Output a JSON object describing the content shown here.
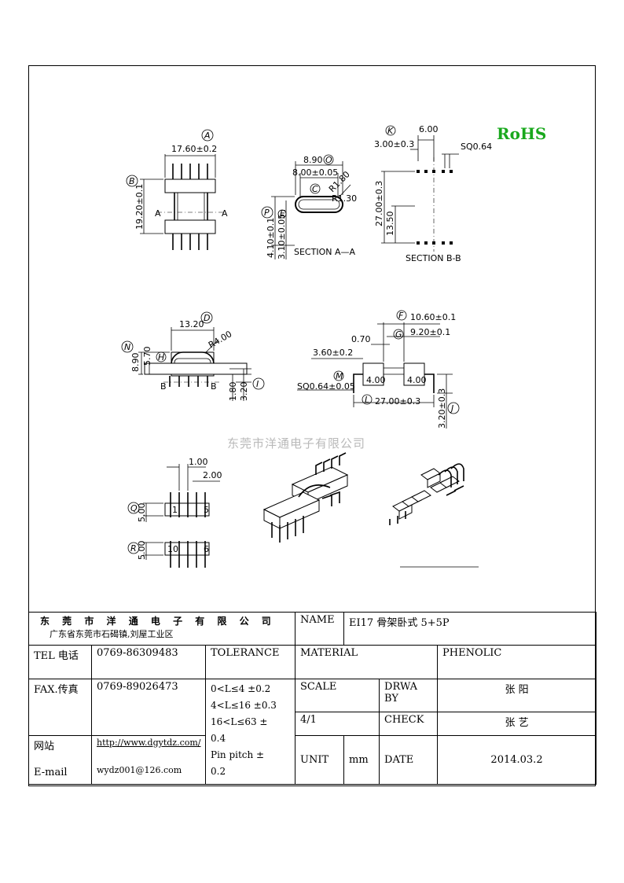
{
  "rohs_label": "RoHS",
  "watermark": "东莞市洋通电子有限公司",
  "drawing": {
    "view1": {
      "dim_width": "17.60±0.2",
      "dim_height": "19.20±0.1",
      "bubble_a": "A",
      "bubble_b": "B",
      "cut_left": "A",
      "cut_right": "A"
    },
    "section_aa": {
      "dim_outer": "8.90",
      "dim_inner": "8.00±0.05",
      "r1": "R1.80",
      "r2": "R1.30",
      "dim_h1": "4.10±0.1",
      "dim_h2": "3.10±0.05",
      "bubble_c": "C",
      "bubble_o": "O",
      "bubble_p": "P",
      "bubble_e": "E",
      "title": "SECTION A—A"
    },
    "section_bb": {
      "dim_top": "6.00",
      "dim_pitch": "3.00±0.3",
      "dim_sq": "SQ0.64",
      "dim_height": "27.00±0.3",
      "dim_half": "13.50",
      "bubble_k": "K",
      "title": "SECTION B-B"
    },
    "view_top": {
      "dim_width": "13.20",
      "dim_r": "R4.00",
      "dim_h1": "8.90",
      "dim_h2": "5.70",
      "dim_p1": "1.80",
      "dim_p2": "3.20",
      "bubble_d": "D",
      "bubble_n": "N",
      "bubble_h": "H",
      "bubble_i": "I",
      "cut_left": "B",
      "cut_right": "B"
    },
    "view_side": {
      "dim_a": "10.60±0.1",
      "dim_b": "9.20±0.1",
      "dim_c": "0.70",
      "dim_d": "3.60±0.2",
      "dim_sq": "SQ0.64±0.05",
      "dim_span": "27.00±0.3",
      "dim_h": "3.20±0.3",
      "pad_l": "4.00",
      "pad_r": "4.00",
      "bubble_f": "F",
      "bubble_g": "G",
      "bubble_m": "M",
      "bubble_l": "L",
      "bubble_j": "J"
    },
    "view_bottom": {
      "dim_a": "1.00",
      "dim_b": "2.00",
      "dim_h1": "5.00",
      "dim_h2": "5.00",
      "pin_1": "1",
      "pin_5": "5",
      "pin_10": "10",
      "pin_6": "6",
      "bubble_q": "Q",
      "bubble_r": "R"
    }
  },
  "titleblock": {
    "company": "东 莞 市 洋 通 电 子 有 限 公 司",
    "address": "广东省东莞市石碣镇,刘屋工业区",
    "name_label": "NAME",
    "name_value": "EI17 骨架卧式 5+5P",
    "tel_label": "TEL 电话",
    "tel_value": "0769-86309483",
    "tolerance_label": "TOLERANCE",
    "material_label": "MATERIAL",
    "material_value": "PHENOLIC",
    "fax_label": "FAX.传真",
    "fax_value": "0769-89026473",
    "tolerance_lines": [
      "0<L≤4  ±0.2",
      "4<L≤16 ±0.3",
      "16<L≤63 ±",
      "0.4",
      "Pin pitch ±",
      "0.2"
    ],
    "scale_label": "SCALE",
    "scale_value": "4/1",
    "drawn_label": "DRWA BY",
    "drawn_value": "张 阳",
    "check_label": "CHECK",
    "check_value": "张 艺",
    "web_label": "网站",
    "web_value": "http://www.dgytdz.com/",
    "email_label": "E-mail",
    "email_value": "wydz001@126.com",
    "unit_label": "UNIT",
    "unit_value": "mm",
    "date_label": "DATE",
    "date_value": "2014.03.2"
  }
}
